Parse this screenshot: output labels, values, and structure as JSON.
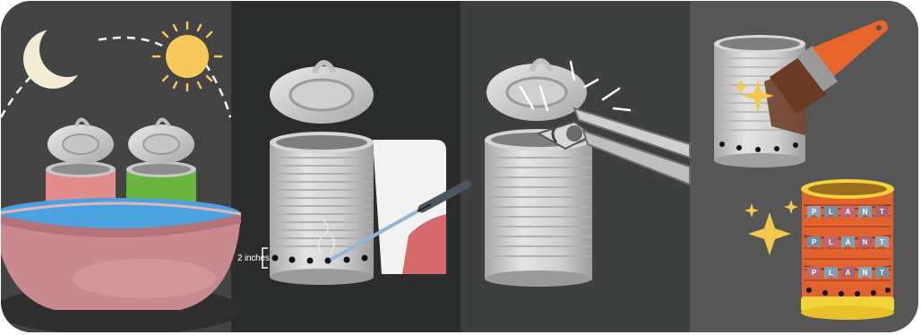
{
  "steps": [
    {
      "id": "step-1",
      "scene": "cans soaking in water bowl overnight"
    },
    {
      "id": "step-2",
      "scene": "drill drainage holes around base"
    },
    {
      "id": "step-3",
      "scene": "remove lid with can opener"
    },
    {
      "id": "step-4",
      "scene": "paint and decorate can"
    }
  ],
  "measurement": {
    "label": "2 inches"
  },
  "banner_letters": [
    "P",
    "L",
    "A",
    "N",
    "T"
  ],
  "icons": [
    "moon-icon",
    "sun-icon",
    "can-icon",
    "bowl-icon",
    "drill-icon",
    "can-opener-icon",
    "paintbrush-icon",
    "sparkle-icon"
  ],
  "colors": {
    "pink_can": "#e28c8c",
    "green_can": "#69b53e",
    "bowl": "#c98a8f",
    "water": "#4aa3df",
    "sun": "#f7c85c",
    "brush_handle": "#e8642b",
    "sparkle": "#f2c94c",
    "decorated_can": "#e0622f",
    "can_rim": "#f0d43a"
  }
}
